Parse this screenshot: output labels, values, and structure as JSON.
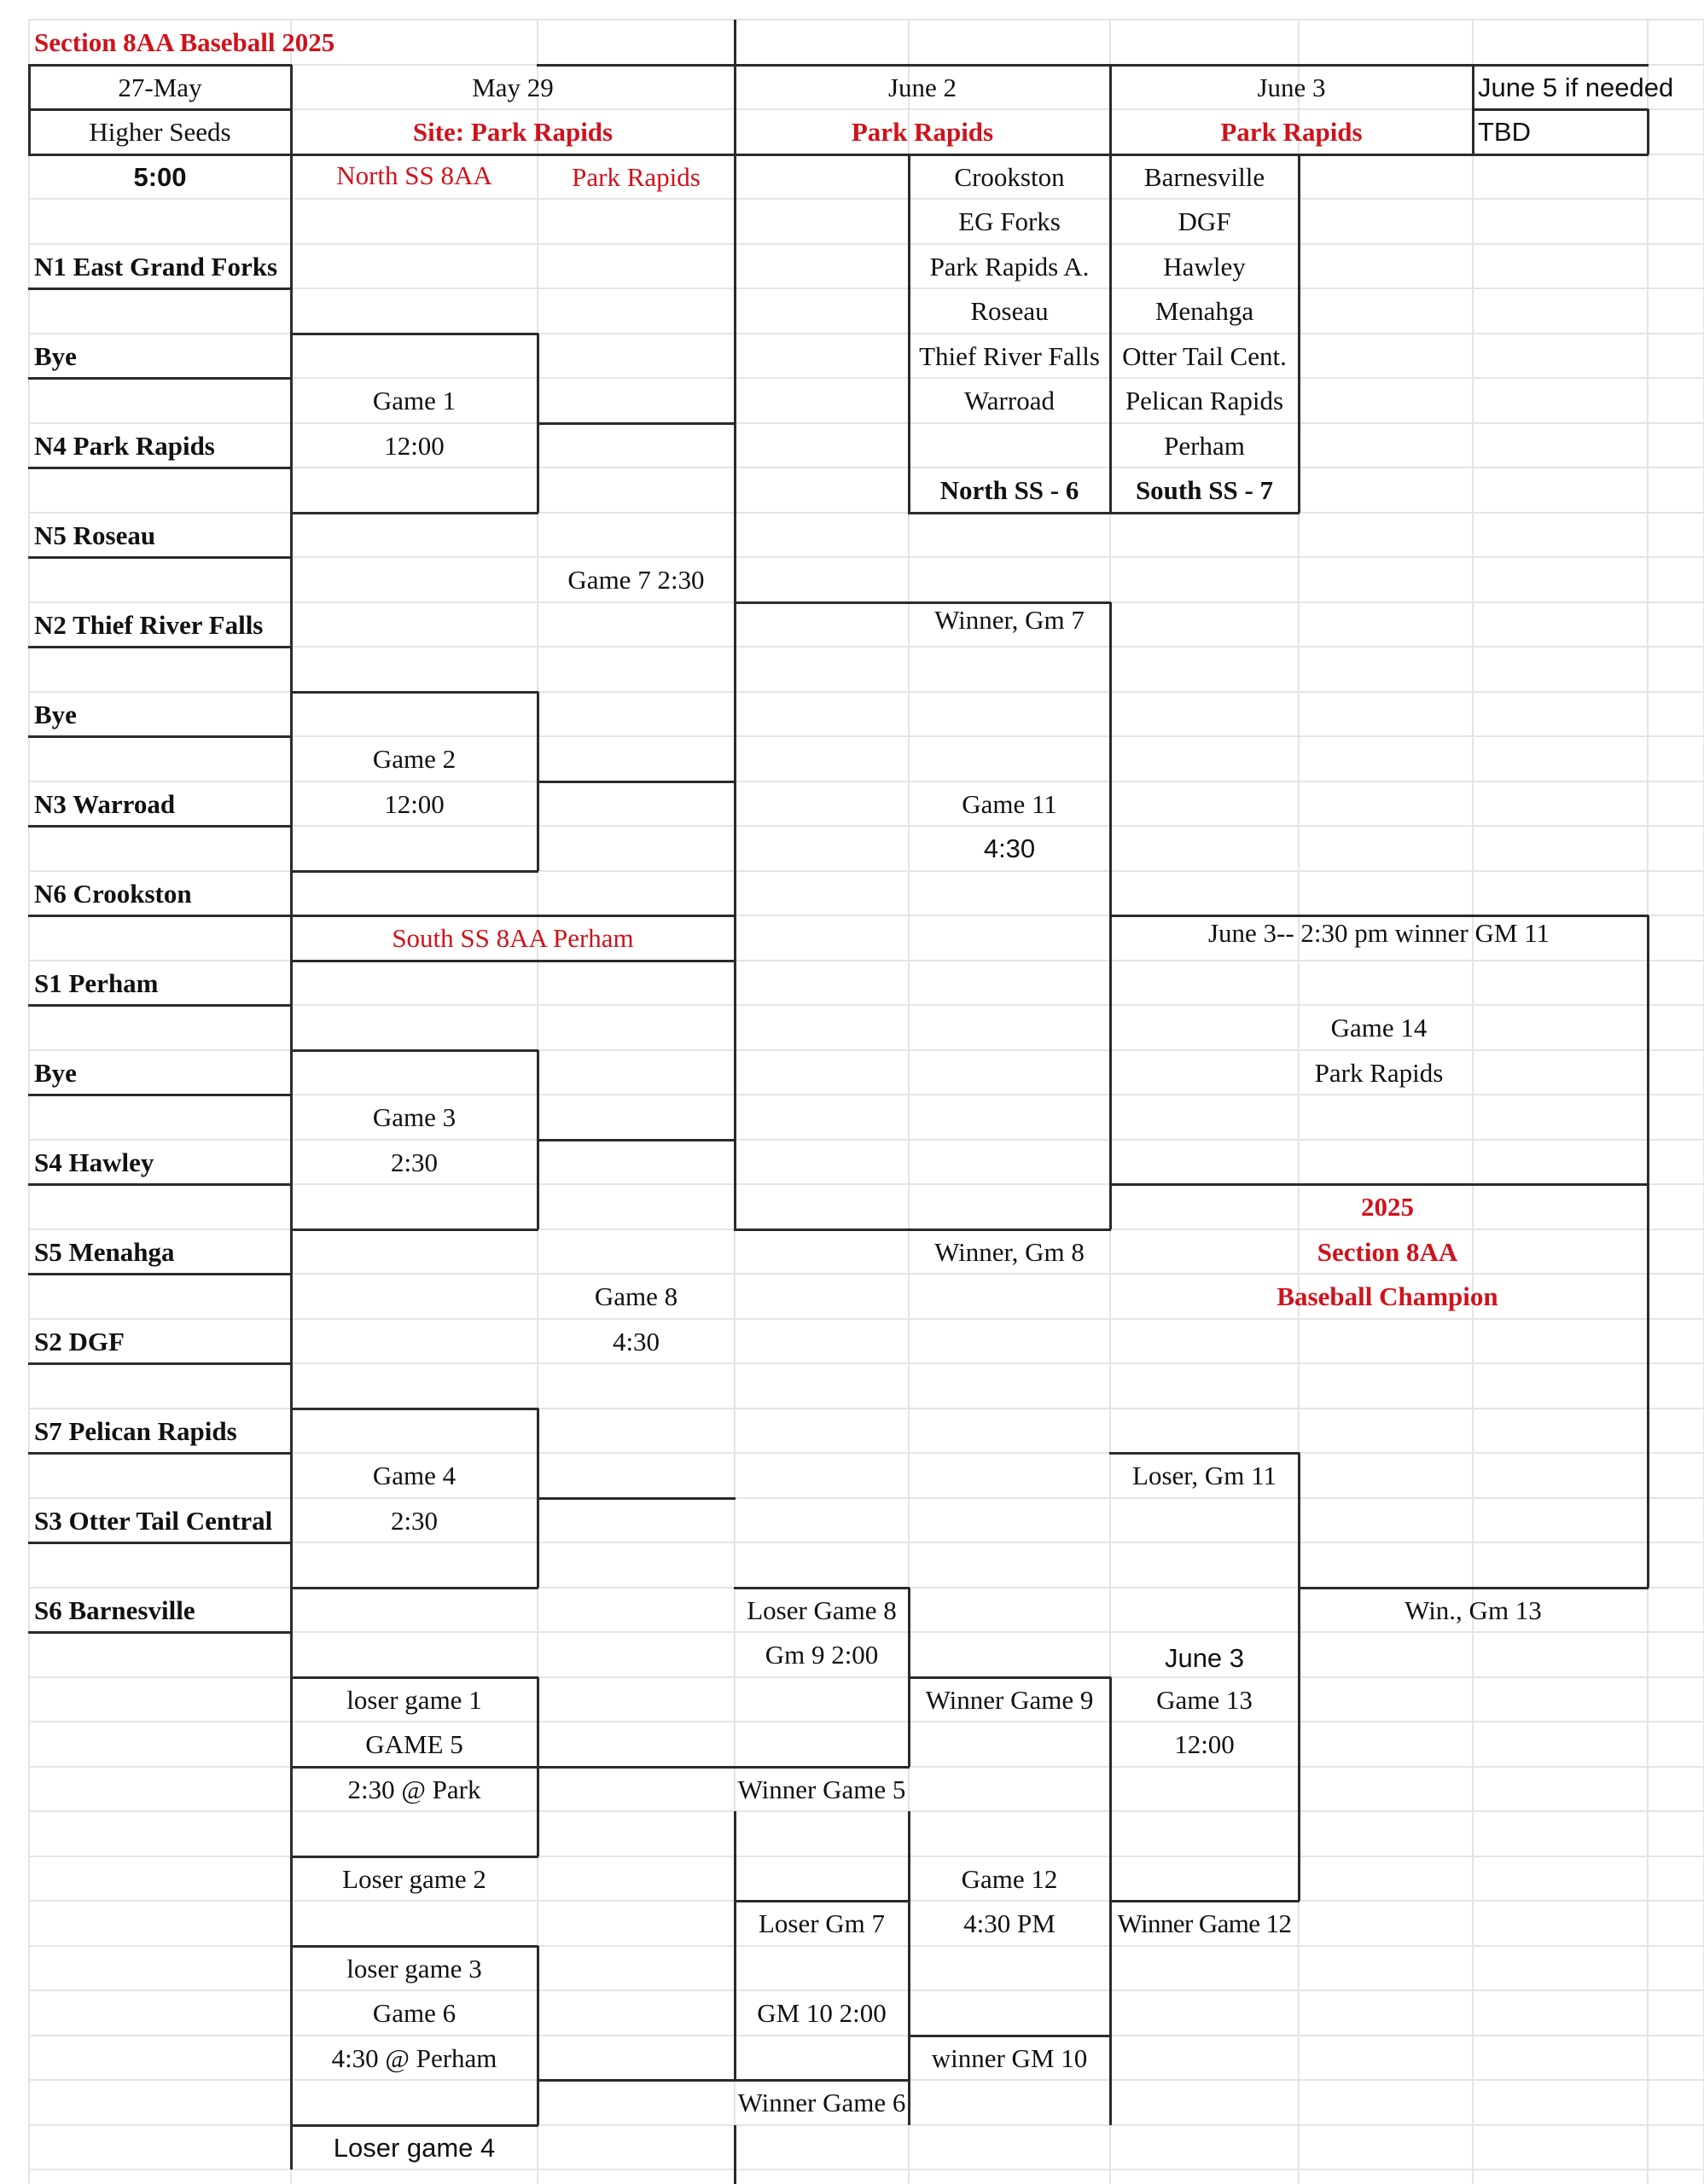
{
  "sheet": {
    "title": "Section 8AA Baseball 2025",
    "colors": {
      "accent_red": "#d0121b",
      "gridline": "#e4e4e4",
      "border": "#2b2b2b"
    }
  },
  "headers": {
    "date_quarterfinal": "27-May",
    "date_may29": "May 29",
    "date_june2": "June 2",
    "date_june3": "June 3",
    "date_june5": "June 5 if needed",
    "site_higher_seeds": "Higher Seeds",
    "site_may29": "Site: Park Rapids",
    "site_june2": "Park Rapids",
    "site_june3": "Park Rapids",
    "site_june5": "TBD"
  },
  "subsection_labels": {
    "start_time": "5:00",
    "north_ss": "North SS 8AA",
    "north_site": "Park Rapids",
    "south_ss": "South SS 8AA Perham"
  },
  "seeds": [
    {
      "row": 5,
      "label": "N1 East Grand Forks"
    },
    {
      "row": 7,
      "label": "Bye"
    },
    {
      "row": 9,
      "label": "N4 Park Rapids"
    },
    {
      "row": 11,
      "label": "N5 Roseau"
    },
    {
      "row": 13,
      "label": "N2 Thief River Falls"
    },
    {
      "row": 15,
      "label": "Bye"
    },
    {
      "row": 17,
      "label": "N3 Warroad"
    },
    {
      "row": 19,
      "label": "N6 Crookston"
    },
    {
      "row": 21,
      "label": "S1 Perham"
    },
    {
      "row": 23,
      "label": "Bye"
    },
    {
      "row": 25,
      "label": "S4 Hawley"
    },
    {
      "row": 27,
      "label": "S5 Menahga"
    },
    {
      "row": 29,
      "label": "S2 DGF"
    },
    {
      "row": 31,
      "label": "S7 Pelican Rapids"
    },
    {
      "row": 33,
      "label": "S3 Otter Tail Central"
    },
    {
      "row": 35,
      "label": "S6 Barnesville"
    }
  ],
  "team_lists": {
    "north": [
      "Crookston",
      "EG Forks",
      "Park Rapids A.",
      "Roseau",
      "Thief River Falls",
      "Warroad"
    ],
    "north_total": "North SS - 6",
    "south": [
      "Barnesville",
      "DGF",
      "Hawley",
      "Menahga",
      "Otter Tail Cent.",
      "Pelican Rapids",
      "Perham"
    ],
    "south_total": "South SS - 7"
  },
  "games": {
    "game1": {
      "name": "Game 1",
      "time": "12:00"
    },
    "game2": {
      "name": "Game 2",
      "time": "12:00"
    },
    "game3": {
      "name": "Game 3",
      "time": "2:30"
    },
    "game4": {
      "name": "Game 4",
      "time": "2:30"
    },
    "game5": {
      "feed": "loser game 1",
      "name": "GAME 5",
      "time": "2:30 @ Park"
    },
    "game5_feed2": "Loser game 2",
    "game6": {
      "feed": "loser game 3",
      "name": "Game 6",
      "time": "4:30 @ Perham"
    },
    "game6_feed2": "Loser game 4",
    "game7": "Game 7 2:30",
    "game8": {
      "name": "Game 8",
      "time": "4:30"
    },
    "game9": {
      "feed": "Loser Game 8",
      "name": "Gm 9 2:00"
    },
    "game10": {
      "feed": "Loser Gm 7",
      "name": "GM 10 2:00"
    },
    "winner_game5": "Winner Game 5",
    "winner_game6": "Winner Game 6",
    "winner_gm7": "Winner, Gm 7",
    "winner_gm8": "Winner, Gm 8",
    "game11": {
      "name": "Game 11",
      "time": "4:30"
    },
    "winner_game9": "Winner Game 9",
    "winner_gm10": "winner GM 10",
    "game12": {
      "name": "Game 12",
      "time": "4:30 PM"
    },
    "winner_game12": "Winner Game 12",
    "loser_gm11": "Loser, Gm 11",
    "game13": {
      "date": "June 3",
      "name": "Game 13",
      "time": "12:00"
    },
    "win_gm13": "Win., Gm 13",
    "game14": {
      "header": "June 3-- 2:30 pm winner GM 11",
      "name": "Game 14",
      "site": "Park Rapids"
    }
  },
  "champion": {
    "year": "2025",
    "section": "Section 8AA",
    "title": "Baseball Champion"
  }
}
